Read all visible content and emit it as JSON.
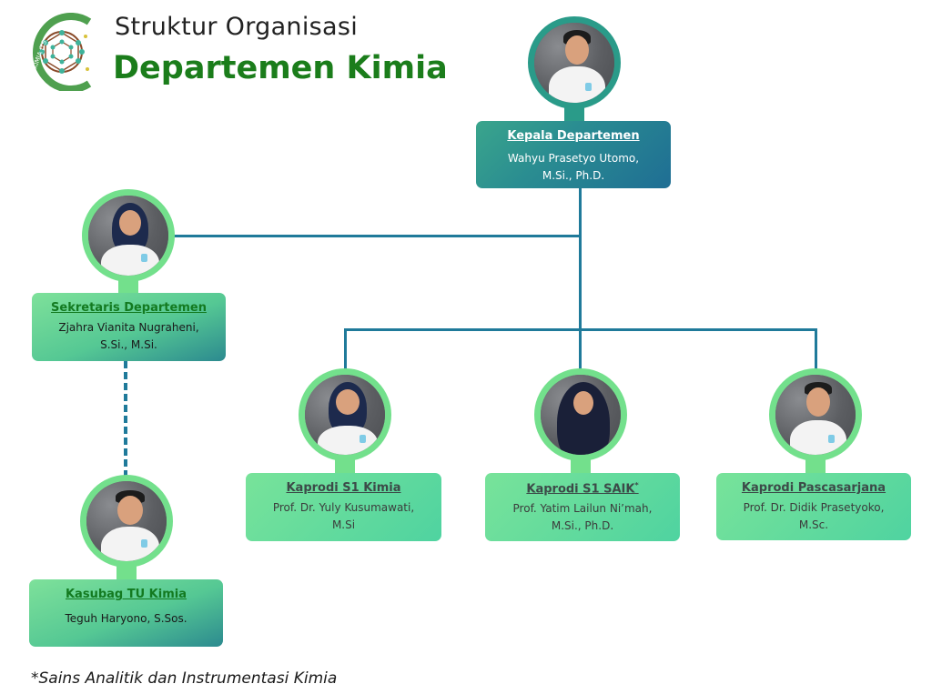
{
  "header": {
    "subtitle": "Struktur Organisasi",
    "title": "Departemen Kimia",
    "logo_text": "KIMIA ITS",
    "logo_icon": "fullerene-molecule-logo"
  },
  "colors": {
    "title_green": "#1b7d1b",
    "connector": "#1f7a9a",
    "ring_green": "#73e08c",
    "ring_teal": "#2a9b89"
  },
  "nodes": {
    "head": {
      "role": "Kepala Departemen",
      "name_line1": "Wahyu Prasetyo Utomo,",
      "name_line2": "M.Si., Ph.D."
    },
    "secretary": {
      "role": "Sekretaris Departemen",
      "name_line1": "Zjahra Vianita Nugraheni,",
      "name_line2": "S.Si., M.Si."
    },
    "admin": {
      "role": "Kasubag TU Kimia",
      "name_line1": "Teguh Haryono, S.Sos.",
      "name_line2": ""
    },
    "kaprodi_s1": {
      "role": "Kaprodi S1 Kimia",
      "name_line1": "Prof. Dr. Yuly Kusumawati,",
      "name_line2": "M.Si"
    },
    "kaprodi_saik": {
      "role": "Kaprodi S1 SAIK",
      "role_mark": "*",
      "name_line1": "Prof. Yatim Lailun Ni’mah,",
      "name_line2": "M.Si.,  Ph.D."
    },
    "kaprodi_pasca": {
      "role": "Kaprodi Pascasarjana",
      "name_line1": "Prof. Dr. Didik Prasetyoko,",
      "name_line2": "M.Sc."
    }
  },
  "footnote": "*Sains Analitik dan Instrumentasi Kimia"
}
